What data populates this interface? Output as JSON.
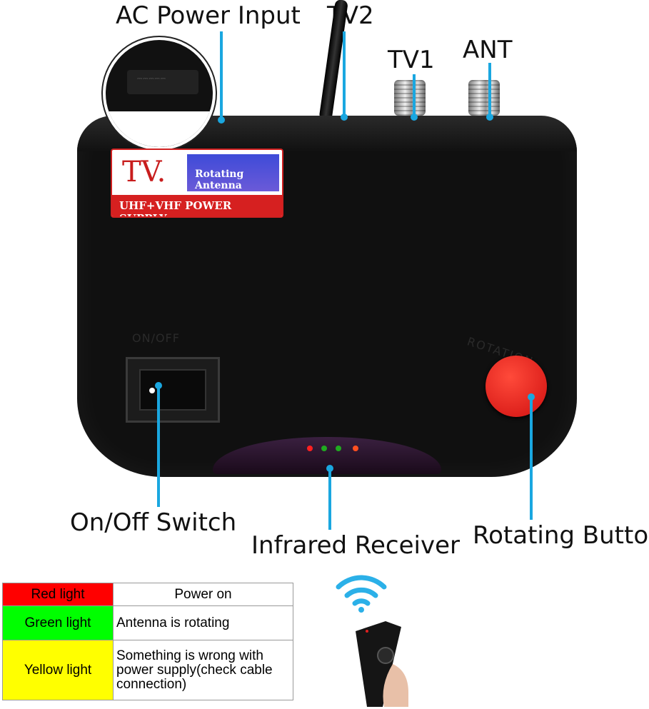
{
  "callouts": {
    "ac_power_input": "AC Power Input",
    "tv2": "TV2",
    "tv1": "TV1",
    "ant": "ANT",
    "on_off_switch": "On/Off Switch",
    "infrared_receiver": "Infrared Receiver",
    "rotating_button": "Rotating Button"
  },
  "device": {
    "sticker_tv": "TV.",
    "sticker_rotating": "Rotating Antenna",
    "sticker_supply": "UHF+VHF POWER SUPPLY",
    "onoff_print": "ON/OFF",
    "rotation_print": "ROTATION"
  },
  "legend": {
    "rows": [
      {
        "color_name": "Red light",
        "meaning": "Power on",
        "color": "#ff0000"
      },
      {
        "color_name": "Green light",
        "meaning": "Antenna is rotating",
        "color": "#00ff00"
      },
      {
        "color_name": "Yellow light",
        "meaning": "Something is wrong with power supply(check cable connection)",
        "color": "#ffff00"
      }
    ]
  },
  "colors": {
    "callout_line": "#1aa7e0",
    "device_body": "#101010",
    "rotation_button": "#e51c13"
  },
  "icons": {
    "wifi": "wifi-signal-icon",
    "remote": "remote-control-icon"
  }
}
